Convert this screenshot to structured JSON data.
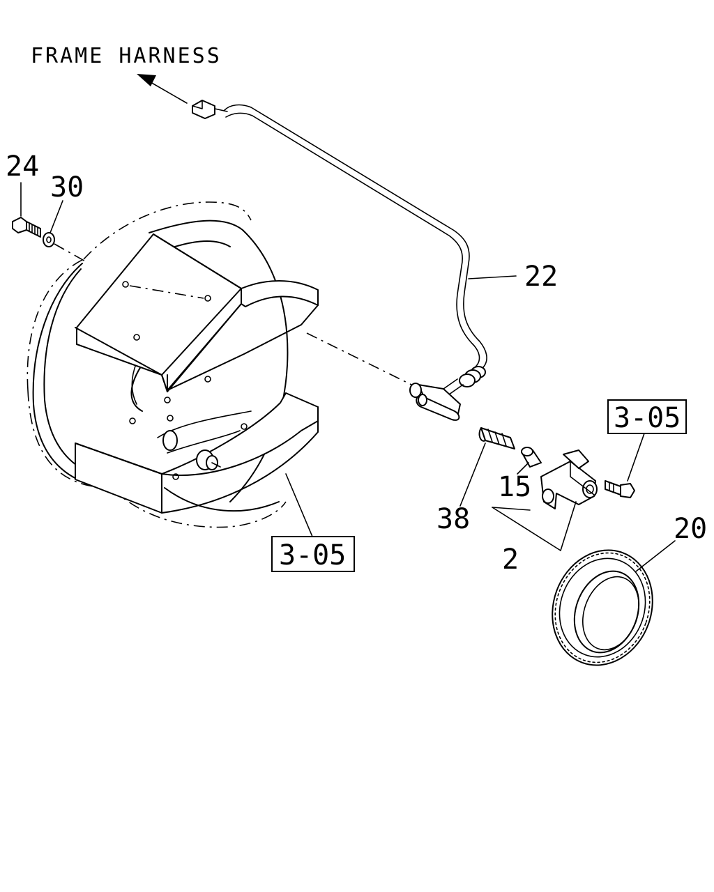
{
  "title_label": "FRAME HARNESS",
  "callouts": {
    "c24": "24",
    "c30": "30",
    "c22": "22",
    "c38": "38",
    "c15": "15",
    "c2": "2",
    "c20": "20"
  },
  "references": {
    "ref_right": "3-05",
    "ref_bottom": "3-05"
  }
}
